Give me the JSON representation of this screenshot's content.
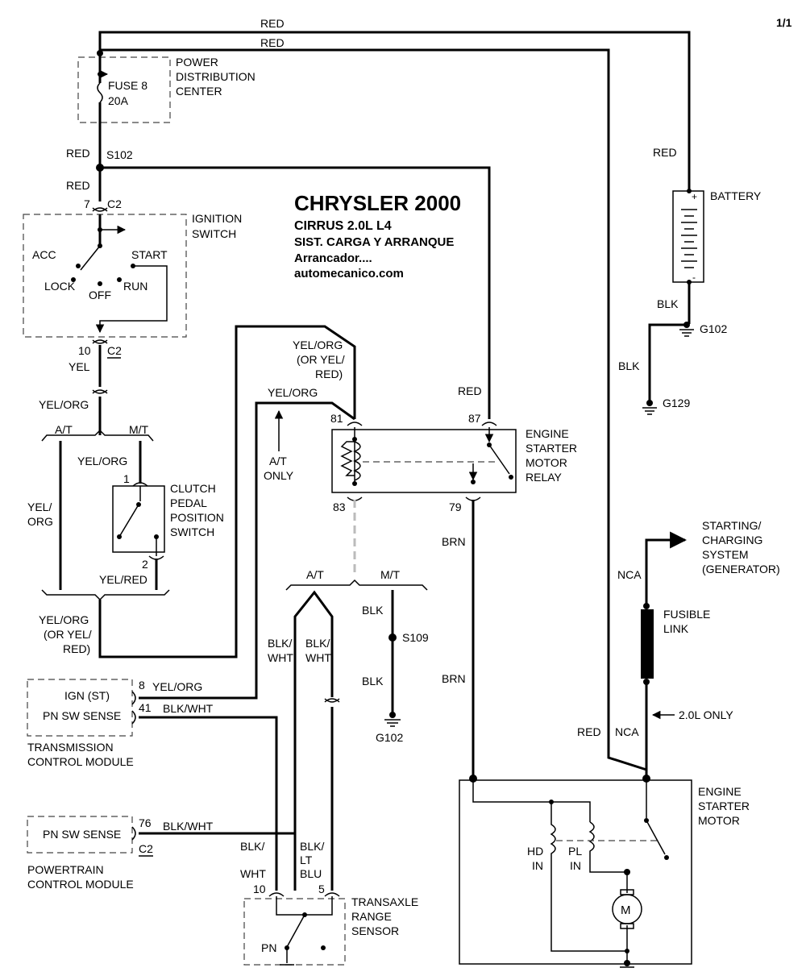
{
  "page_number": "1/1",
  "title": {
    "line1": "CHRYSLER 2000",
    "line2": "CIRRUS  2.0L  L4",
    "line3": "SIST. CARGA Y ARRANQUE",
    "line4": "Arrancador....",
    "line5": "automecanico.com"
  },
  "wires": {
    "red": "RED",
    "blk": "BLK",
    "yel": "YEL",
    "yel_org": "YEL/ORG",
    "yel_slash": "YEL/",
    "org": "ORG",
    "or_yel": "(OR YEL/",
    "red_close": "RED)",
    "yel_red": "YEL/RED",
    "blk_wht": "BLK/WHT",
    "blk_slash": "BLK/",
    "wht": "WHT",
    "lt": "LT",
    "blu": "BLU",
    "brn": "BRN",
    "nca": "NCA"
  },
  "labels": {
    "at": "A/T",
    "mt": "M/T",
    "only": "ONLY",
    "two_liter_only": "2.0L ONLY"
  },
  "components": {
    "pdc": [
      "POWER",
      "DISTRIBUTION",
      "CENTER"
    ],
    "fuse": [
      "FUSE 8",
      "20A"
    ],
    "splice_s102": "S102",
    "splice_s109": "S109",
    "connector_c2": "C2",
    "ignition_switch": [
      "IGNITION",
      "SWITCH"
    ],
    "ign_positions": [
      "ACC",
      "START",
      "LOCK",
      "OFF",
      "RUN"
    ],
    "clutch_switch": [
      "CLUTCH",
      "PEDAL",
      "POSITION",
      "SWITCH"
    ],
    "relay": [
      "ENGINE",
      "STARTER",
      "MOTOR",
      "RELAY"
    ],
    "battery": "BATTERY",
    "ground_g102": "G102",
    "ground_g129": "G129",
    "starting_charging": [
      "STARTING/",
      "CHARGING",
      "SYSTEM",
      "(GENERATOR)"
    ],
    "fusible_link": [
      "FUSIBLE",
      "LINK"
    ],
    "tcm_pins": [
      "IGN (ST)",
      "PN SW SENSE"
    ],
    "tcm": [
      "TRANSMISSION",
      "CONTROL MODULE"
    ],
    "pcm_pin": "PN SW SENSE",
    "pcm": [
      "POWERTRAIN",
      "CONTROL MODULE"
    ],
    "transaxle_sensor": [
      "TRANSAXLE",
      "RANGE",
      "SENSOR"
    ],
    "pn": "PN",
    "starter_motor": [
      "ENGINE",
      "STARTER",
      "MOTOR"
    ],
    "hd_in": [
      "HD",
      "IN"
    ],
    "pl_in": [
      "PL",
      "IN"
    ],
    "motor_symbol": "M"
  },
  "pins": {
    "p7": "7",
    "p10": "10",
    "p1": "1",
    "p2": "2",
    "p81": "81",
    "p87": "87",
    "p83": "83",
    "p79": "79",
    "p8": "8",
    "p41": "41",
    "p76": "76",
    "p10b": "10",
    "p5": "5"
  }
}
